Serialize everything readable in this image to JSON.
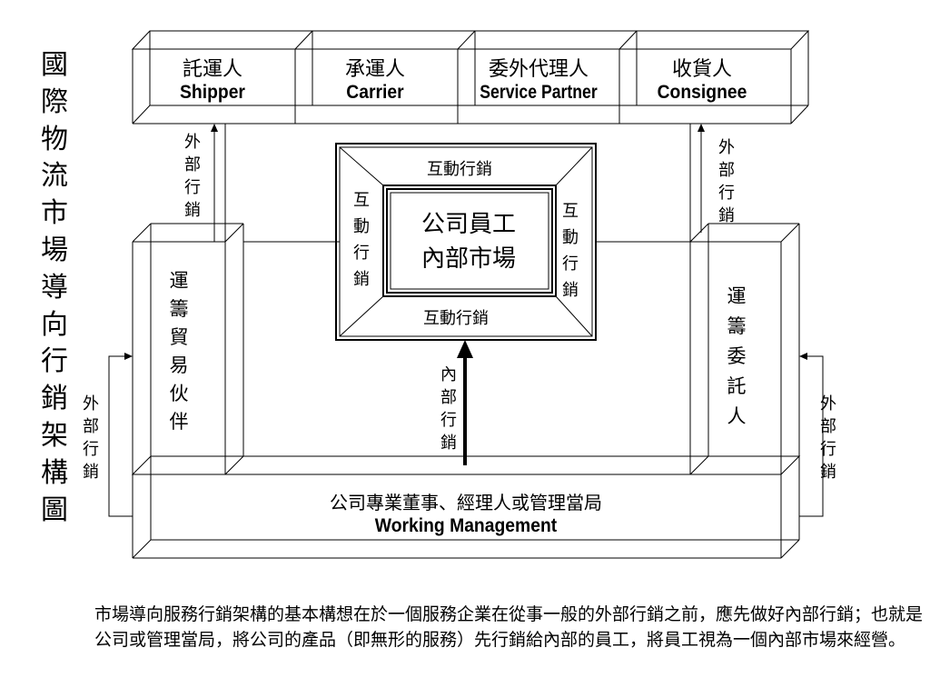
{
  "diagram": {
    "side_title": "國際物流市場導向行銷架構圖",
    "top_parties": [
      {
        "zh": "託運人",
        "en": "Shipper"
      },
      {
        "zh": "承運人",
        "en": "Carrier"
      },
      {
        "zh": "委外代理人",
        "en": "Service Partner"
      },
      {
        "zh": "收貨人",
        "en": "Consignee"
      }
    ],
    "center": {
      "title_line1": "公司員工",
      "title_line2": "內部市場",
      "interactive_top": "互動行銷",
      "interactive_bottom": "互動行銷",
      "interactive_left": "互動行銷",
      "interactive_right": "互動行銷"
    },
    "left_box": "運籌貿易伙伴",
    "right_box": "運籌委託人",
    "bottom_box": {
      "zh": "公司專業董事、經理人或管理當局",
      "en": "Working Management"
    },
    "labels": {
      "external_top_left": "外部行銷",
      "external_top_right": "外部行銷",
      "external_left": "外部行銷",
      "external_right": "外部行銷",
      "internal": "內部行銷"
    }
  },
  "caption": "市場導向服務行銷架構的基本構想在於一個服務企業在從事一般的外部行銷之前，應先做好內部行銷；也就是公司或管理當局，將公司的產品（即無形的服務）先行銷給內部的員工，將員工視為一個內部市場來經營。"
}
